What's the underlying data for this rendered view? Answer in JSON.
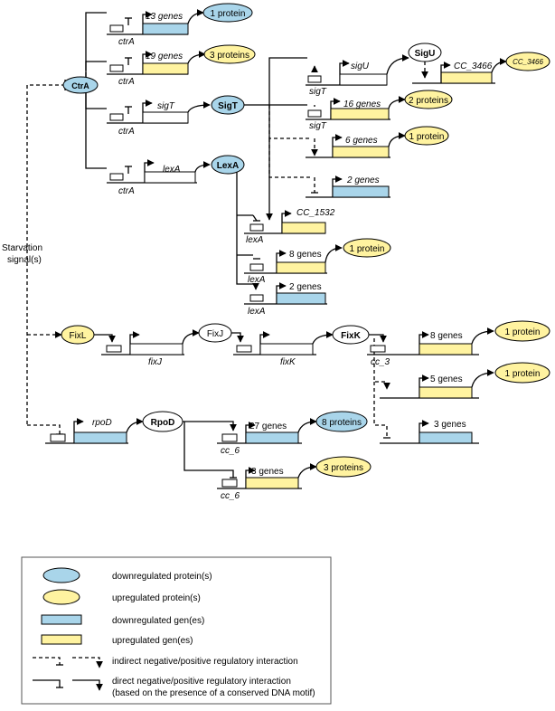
{
  "colors": {
    "downregulated": "#a9d5ea",
    "upregulated": "#fff3a0",
    "neutral": "#ffffff"
  },
  "nodes": {
    "ctra": "CtrA",
    "sigt": "SigT",
    "sigu": "SigU",
    "lexa": "LexA",
    "fixl": "FixL",
    "fixj": "FixJ",
    "fixk": "FixK",
    "rpod": "RpoD"
  },
  "signal": {
    "line1": "Starvation",
    "line2": "signal(s)"
  },
  "operons": {
    "ctra_13": {
      "gene": "13 genes",
      "promoter": "ctrA",
      "product": "1 protein"
    },
    "ctra_19": {
      "gene": "19 genes",
      "promoter": "ctrA",
      "product": "3 proteins"
    },
    "ctra_sigt": {
      "gene": "sigT",
      "promoter": "ctrA"
    },
    "ctra_lexa": {
      "gene": "lexA",
      "promoter": "ctrA"
    },
    "sigt_sigu": {
      "gene": "sigU",
      "promoter": "sigT"
    },
    "sigu_cc3466": {
      "gene": "CC_3466",
      "product": "CC_3466"
    },
    "sigt_16": {
      "gene": "16 genes",
      "promoter": "sigT",
      "product": "2 proteins"
    },
    "sigt_6": {
      "gene": "6 genes",
      "product": "1 protein"
    },
    "sigt_2": {
      "gene": "2 genes"
    },
    "lexa_cc1532": {
      "gene": "CC_1532",
      "promoter": "lexA"
    },
    "lexa_8": {
      "gene": "8 genes",
      "promoter": "lexA",
      "product": "1 protein"
    },
    "lexa_2": {
      "gene": "2 genes",
      "promoter": "lexA"
    },
    "fixj_gene": {
      "gene": "fixJ"
    },
    "fixk_gene": {
      "gene": "fixK"
    },
    "fixk_8": {
      "gene": "8 genes",
      "promoter": "cc_3",
      "product": "1 protein"
    },
    "fixk_5": {
      "gene": "5 genes",
      "product": "1 protein"
    },
    "fixk_3": {
      "gene": "3 genes"
    },
    "rpod_gene": {
      "gene": "rpoD"
    },
    "rpod_27": {
      "gene": "27 genes",
      "promoter": "cc_6",
      "product": "8 proteins"
    },
    "rpod_3": {
      "gene": "3 genes",
      "promoter": "cc_6",
      "product": "3 proteins"
    }
  },
  "legend": {
    "down_protein": "downregulated protein(s)",
    "up_protein": "upregulated protein(s)",
    "down_gene": "downregulated gen(es)",
    "up_gene": "upregulated gen(es)",
    "indirect": "indirect negative/positive regulatory interaction",
    "direct_1": "direct negative/positive regulatory interaction",
    "direct_2": "(based on the presence of a conserved DNA motif)"
  }
}
